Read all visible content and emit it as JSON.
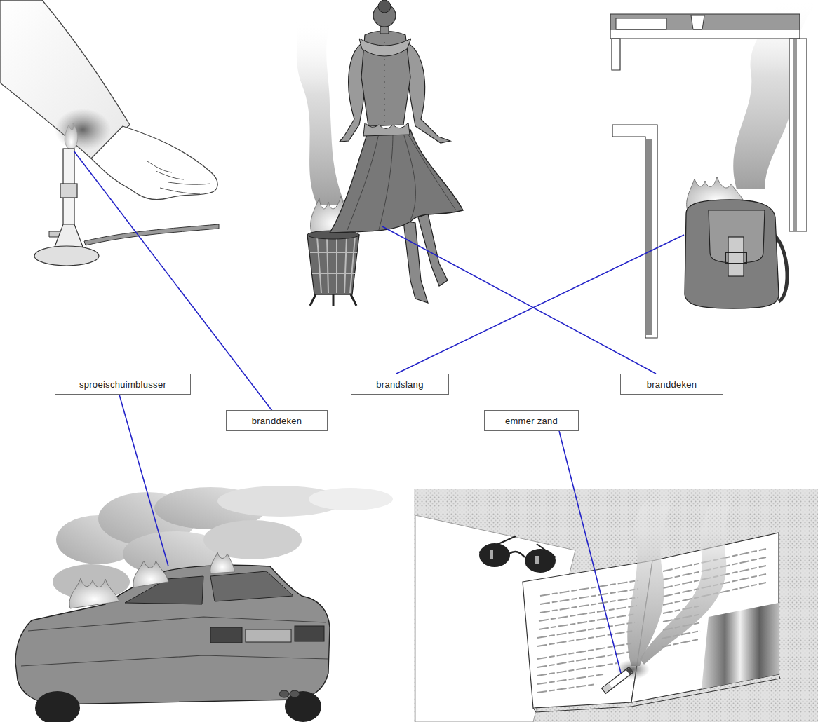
{
  "diagram": {
    "nodes": [
      {
        "text": [
          "sproeischuimblusser"
        ]
      },
      {
        "text": [
          "brandslang"
        ]
      },
      {
        "text": [
          "branddeken"
        ]
      },
      {
        "text": [
          "branddeken"
        ]
      },
      {
        "text": [
          "emmer zand"
        ]
      }
    ]
  }
}
